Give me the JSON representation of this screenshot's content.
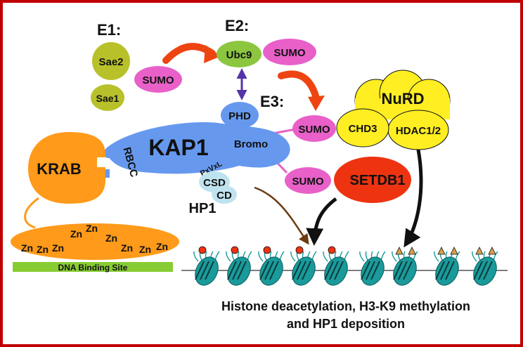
{
  "labels": {
    "e1": "E1:",
    "e2": "E2:",
    "e3": "E3:",
    "sae2": "Sae2",
    "sae1": "Sae1",
    "sumo": "SUMO",
    "ubc9": "Ubc9",
    "kap1": "KAP1",
    "phd": "PHD",
    "bromo": "Bromo",
    "rbcc": "RBCC",
    "pxvxl": "PxVxL",
    "csd": "CSD",
    "cd": "CD",
    "hp1": "HP1",
    "krab": "KRAB",
    "nurd": "NuRD",
    "chd3": "CHD3",
    "hdac": "HDAC1/2",
    "setdb1": "SETDB1",
    "zn": "Zn",
    "dna_site": "DNA Binding Site",
    "caption_line1": "Histone deacetylation, H3-K9 methylation",
    "caption_line2": "and HP1 deposition"
  },
  "colors": {
    "frame": "#c00000",
    "kap1": "#6699ee",
    "krab": "#ff9a1a",
    "sumo": "#e860c8",
    "sae": "#b8c12a",
    "ubc9": "#8cc63f",
    "nurd": "#ffee22",
    "setdb1": "#ee3311",
    "nucleosome": "#1a9a9a",
    "dna_site": "#88cc33",
    "cd": "#bfe3ee",
    "red_arrow": "#ee4411",
    "methyl_mark": "#ee3311",
    "acetyl_mark": "#d2a050"
  }
}
